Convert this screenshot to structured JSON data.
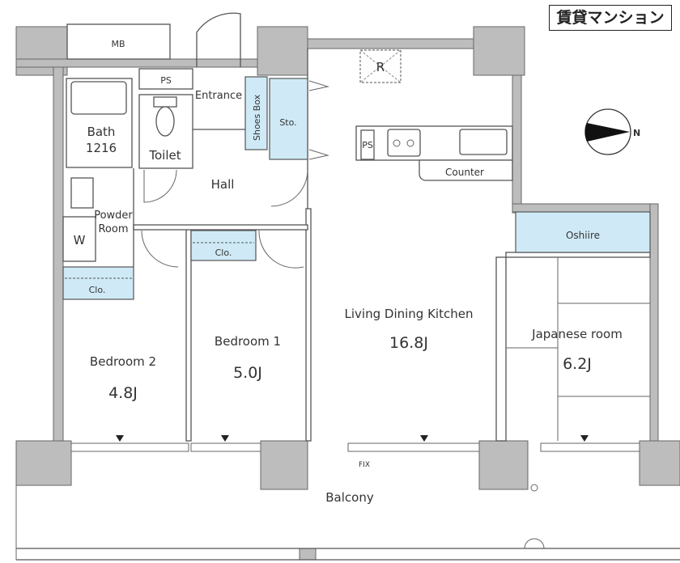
{
  "badge": "賃貸マンション",
  "rooms": {
    "mb": "MB",
    "ps_top": "PS",
    "entrance": "Entrance",
    "shoes_box": "Shoes Box",
    "storage": "Sto.",
    "bath": "Bath",
    "bath_size": "1216",
    "toilet": "Toilet",
    "hall": "Hall",
    "powder_room_1": "Powder",
    "powder_room_2": "Room",
    "washer": "W",
    "closet_bed2": "Clo.",
    "closet_bed1": "Clo.",
    "refrigerator": "R",
    "ps_kitchen": "PS",
    "counter": "Counter",
    "oshiire": "Oshiire",
    "bedroom2": "Bedroom 2",
    "bedroom2_size": "4.8J",
    "bedroom1": "Bedroom 1",
    "bedroom1_size": "5.0J",
    "ldk": "Living Dining Kitchen",
    "ldk_size": "16.8J",
    "japanese": "Japanese room",
    "japanese_size": "6.2J",
    "fix": "FIX",
    "balcony": "Balcony",
    "compass_north": "N"
  }
}
